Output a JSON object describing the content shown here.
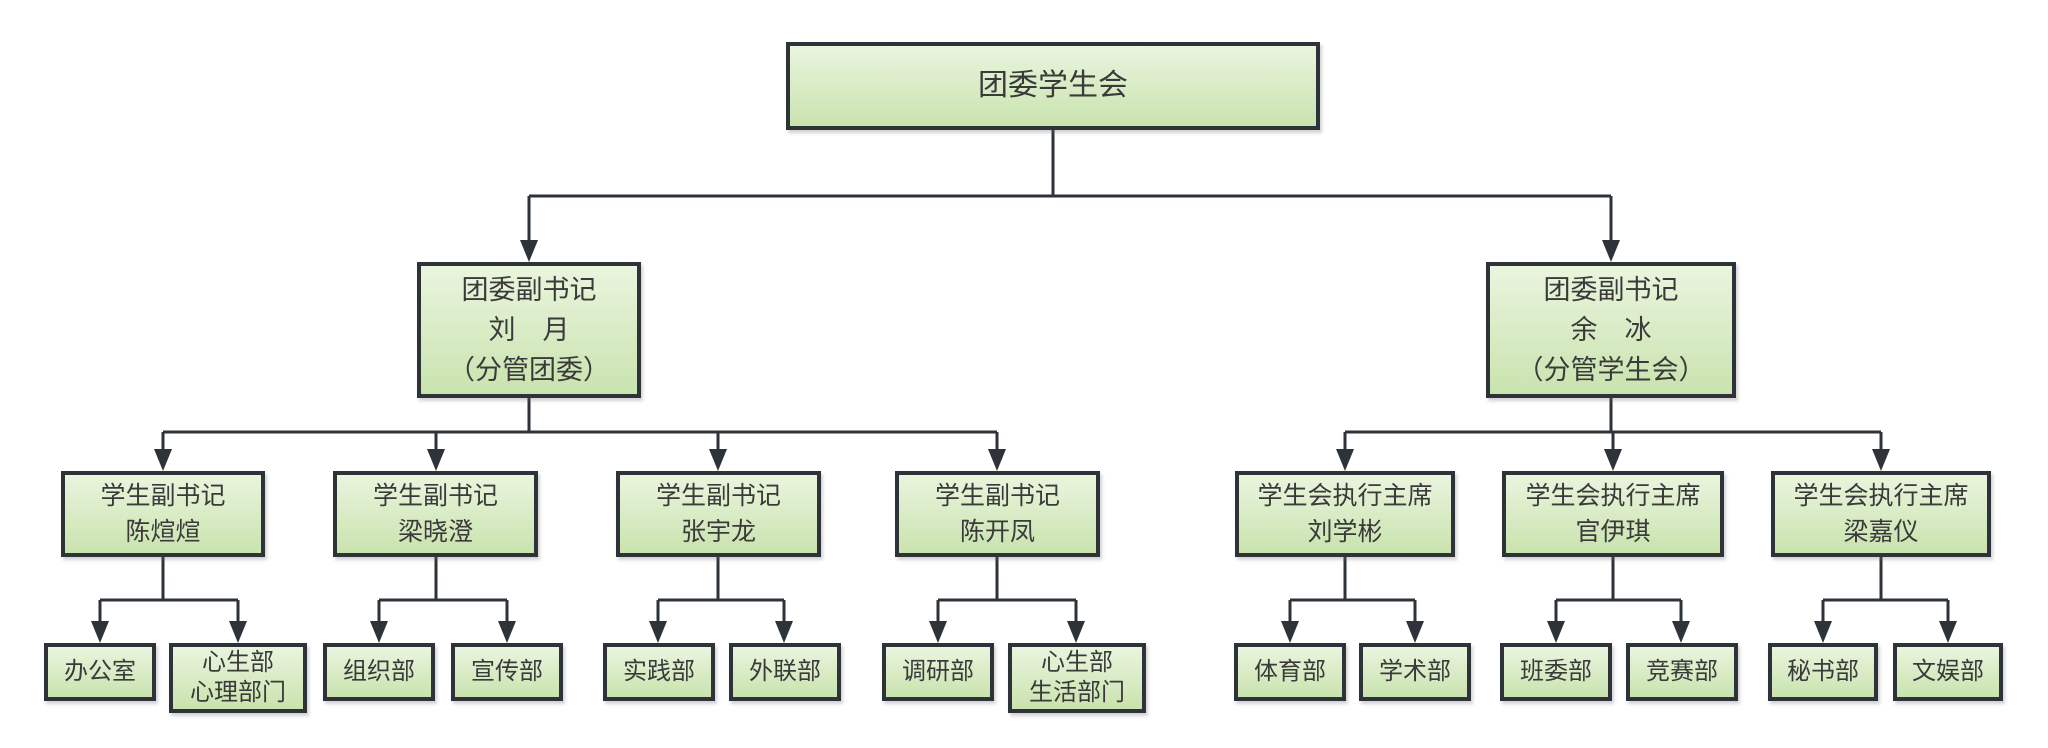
{
  "chart_meta": {
    "type": "org-chart",
    "title": "团委学生会",
    "box_fill_top": "#eaf5de",
    "box_fill_bottom": "#c9e3ae",
    "box_border": "#2d3339",
    "line_color": "#2d3339",
    "text_color": "#3a3a3a",
    "background": "#ffffff"
  },
  "nodes": {
    "root": {
      "lines": [
        "团委学生会"
      ]
    },
    "deputy_league": {
      "lines": [
        "团委副书记",
        "刘　月",
        "（分管团委）"
      ]
    },
    "deputy_union": {
      "lines": [
        "团委副书记",
        "余　冰",
        "（分管学生会）"
      ]
    },
    "sec_chen_xuanxuan": {
      "lines": [
        "学生副书记",
        "陈煊煊"
      ]
    },
    "sec_liang_xiaocheng": {
      "lines": [
        "学生副书记",
        "梁晓澄"
      ]
    },
    "sec_zhang_yulong": {
      "lines": [
        "学生副书记",
        "张宇龙"
      ]
    },
    "sec_chen_kaifeng": {
      "lines": [
        "学生副书记",
        "陈开凤"
      ]
    },
    "chair_liu_xuebin": {
      "lines": [
        "学生会执行主席",
        "刘学彬"
      ]
    },
    "chair_guan_yiqi": {
      "lines": [
        "学生会执行主席",
        "官伊琪"
      ]
    },
    "chair_liang_jiayi": {
      "lines": [
        "学生会执行主席",
        "梁嘉仪"
      ]
    },
    "dept_office": {
      "lines": [
        "办公室"
      ]
    },
    "dept_xinsheng_psych": {
      "lines": [
        "心生部",
        "心理部门"
      ]
    },
    "dept_organization": {
      "lines": [
        "组织部"
      ]
    },
    "dept_publicity": {
      "lines": [
        "宣传部"
      ]
    },
    "dept_practice": {
      "lines": [
        "实践部"
      ]
    },
    "dept_outreach": {
      "lines": [
        "外联部"
      ]
    },
    "dept_research": {
      "lines": [
        "调研部"
      ]
    },
    "dept_xinsheng_life": {
      "lines": [
        "心生部",
        "生活部门"
      ]
    },
    "dept_sports": {
      "lines": [
        "体育部"
      ]
    },
    "dept_academic": {
      "lines": [
        "学术部"
      ]
    },
    "dept_class_committee": {
      "lines": [
        "班委部"
      ]
    },
    "dept_competition": {
      "lines": [
        "竞赛部"
      ]
    },
    "dept_secretary": {
      "lines": [
        "秘书部"
      ]
    },
    "dept_culture": {
      "lines": [
        "文娱部"
      ]
    }
  },
  "hierarchy": {
    "root": [
      "deputy_league",
      "deputy_union"
    ],
    "deputy_league": [
      "sec_chen_xuanxuan",
      "sec_liang_xiaocheng",
      "sec_zhang_yulong",
      "sec_chen_kaifeng"
    ],
    "deputy_union": [
      "chair_liu_xuebin",
      "chair_guan_yiqi",
      "chair_liang_jiayi"
    ],
    "sec_chen_xuanxuan": [
      "dept_office",
      "dept_xinsheng_psych"
    ],
    "sec_liang_xiaocheng": [
      "dept_organization",
      "dept_publicity"
    ],
    "sec_zhang_yulong": [
      "dept_practice",
      "dept_outreach"
    ],
    "sec_chen_kaifeng": [
      "dept_research",
      "dept_xinsheng_life"
    ],
    "chair_liu_xuebin": [
      "dept_sports",
      "dept_academic"
    ],
    "chair_guan_yiqi": [
      "dept_class_committee",
      "dept_competition"
    ],
    "chair_liang_jiayi": [
      "dept_secretary",
      "dept_culture"
    ]
  }
}
